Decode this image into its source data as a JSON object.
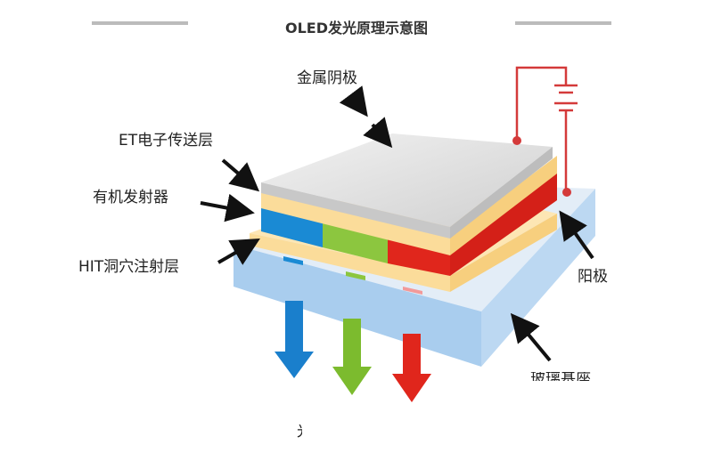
{
  "title": "OLED发光原理示意图",
  "labels": {
    "cathode": "金属阴极",
    "et_layer": "ET电子传送层",
    "emitter": "有机发射器",
    "hit_layer": "HIT洞穴注射层",
    "anode": "阳极",
    "glass": "玻璃基座",
    "light": "光"
  },
  "colors": {
    "blue": "#1a8ad4",
    "green": "#8cc63f",
    "red": "#e0261c",
    "yellow": "#fbdc9a",
    "cathode": "#d9d9d9",
    "glass": "#bcd8f2",
    "wire": "#d43a3a"
  }
}
